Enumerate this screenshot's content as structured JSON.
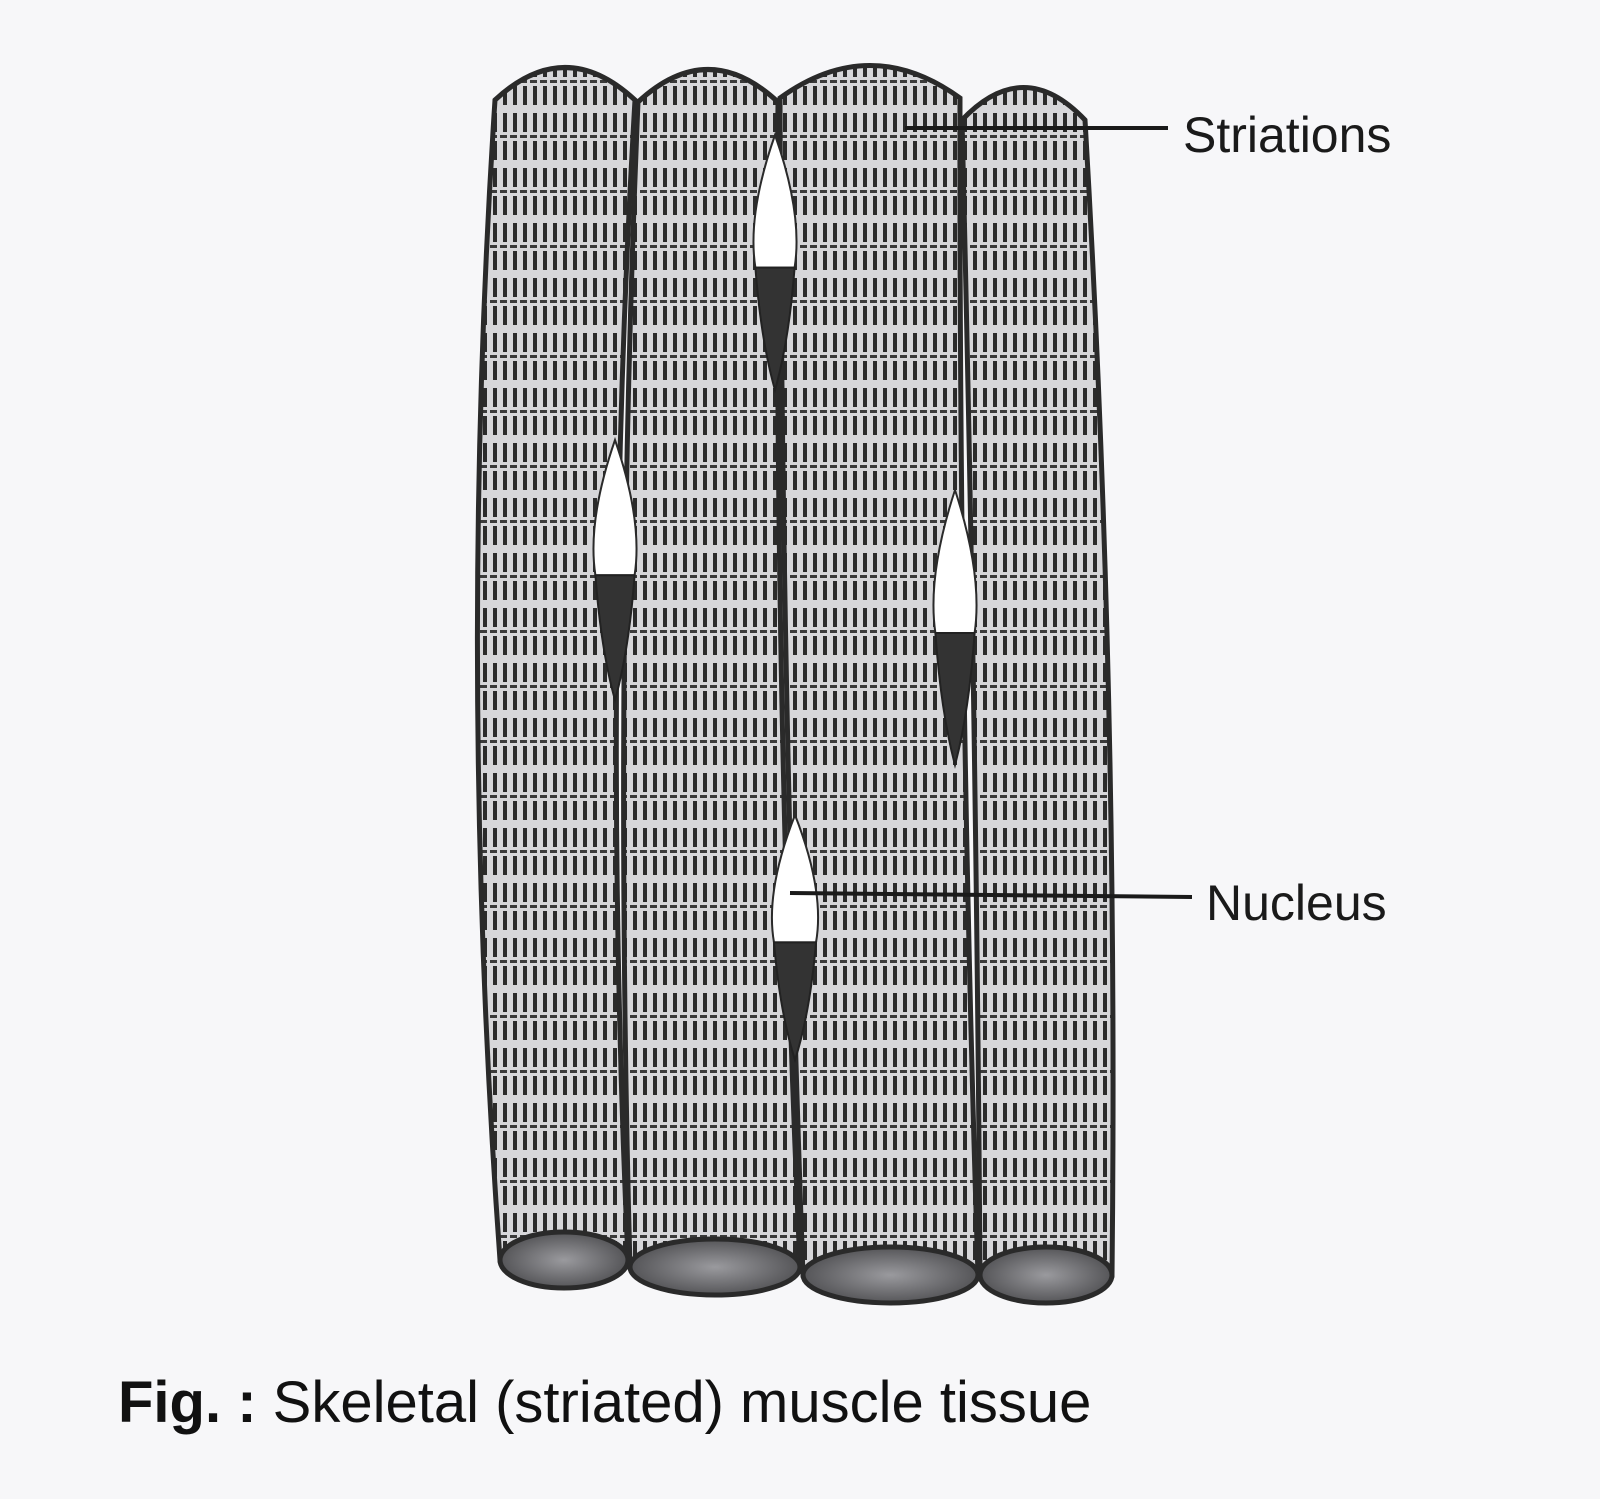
{
  "labels": {
    "striations": "Striations",
    "nucleus": "Nucleus"
  },
  "caption": {
    "prefix": "Fig. :",
    "text": "Skeletal (striated) muscle tissue"
  }
}
